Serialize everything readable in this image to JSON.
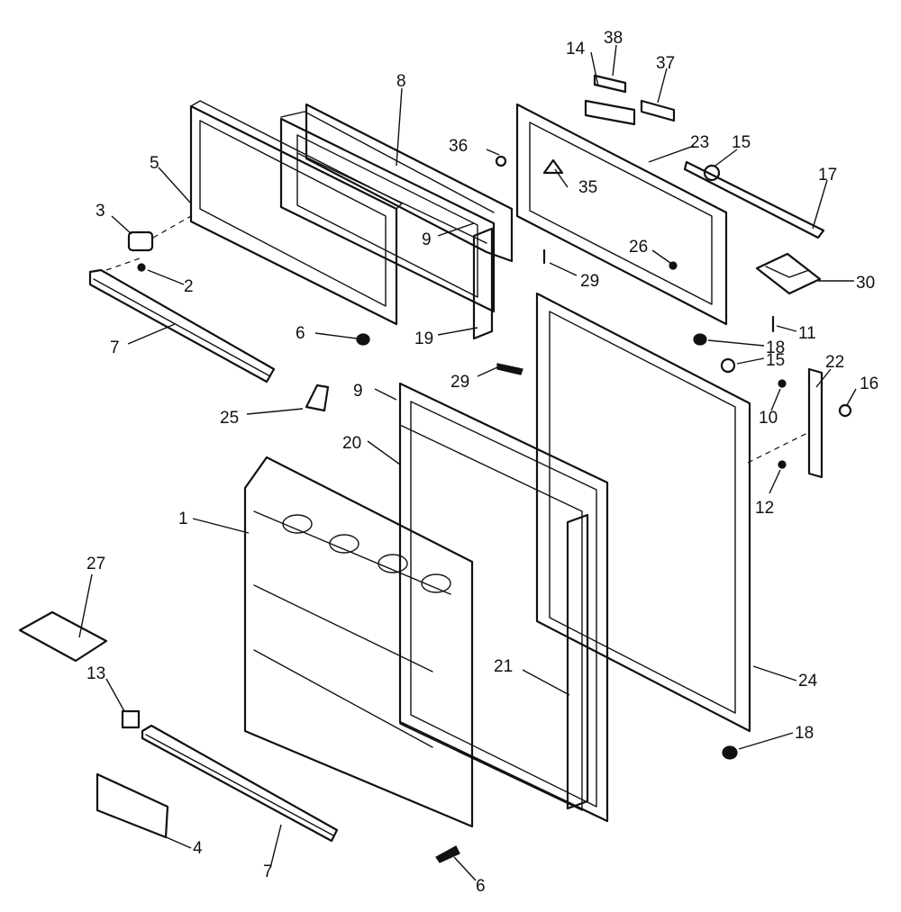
{
  "colors": {
    "line": "#111111",
    "background": "#ffffff"
  },
  "callouts": {
    "c1": "1",
    "c2": "2",
    "c3": "3",
    "c4": "4",
    "c5": "5",
    "c6a": "6",
    "c6b": "6",
    "c7a": "7",
    "c7b": "7",
    "c8": "8",
    "c9a": "9",
    "c9b": "9",
    "c10": "10",
    "c11": "11",
    "c12": "12",
    "c13": "13",
    "c14": "14",
    "c15a": "15",
    "c15b": "15",
    "c16": "16",
    "c17": "17",
    "c18a": "18",
    "c18b": "18",
    "c19": "19",
    "c20": "20",
    "c21": "21",
    "c22": "22",
    "c23": "23",
    "c24": "24",
    "c25": "25",
    "c26": "26",
    "c27": "27",
    "c29a": "29",
    "c29b": "29",
    "c30": "30",
    "c35": "35",
    "c36": "36",
    "c37": "37",
    "c38": "38"
  }
}
